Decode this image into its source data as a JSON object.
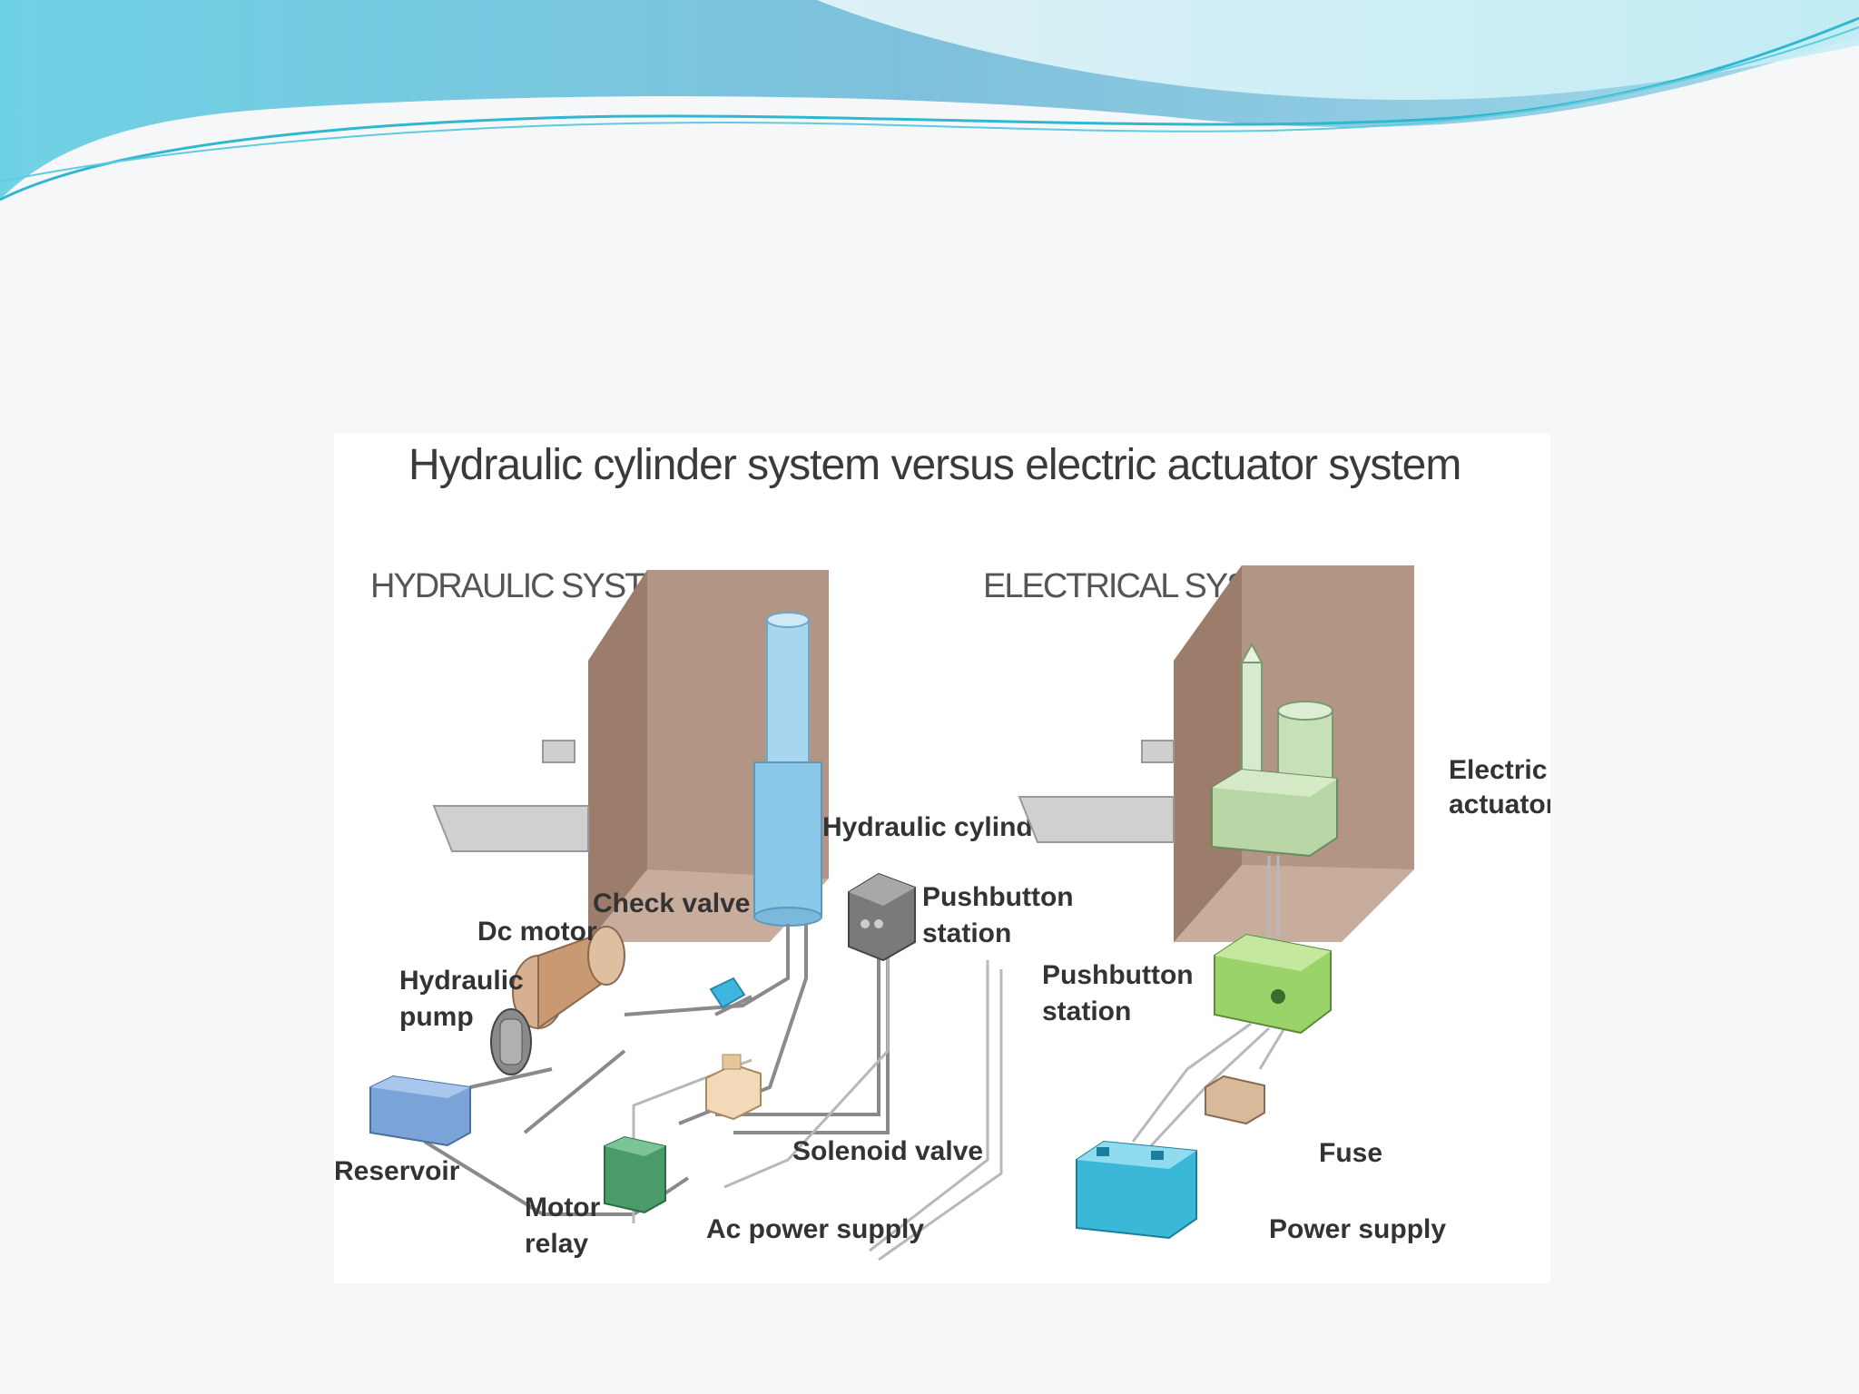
{
  "figure": {
    "title": "Hydraulic cylinder system versus electric actuator system",
    "hydraulic": {
      "heading": "HYDRAULIC SYSTEM",
      "labels": {
        "hydraulic_cylinder": "Hydraulic cylinder",
        "check_valve": "Check valve",
        "pushbutton_station_1": "Pushbutton",
        "pushbutton_station_2": "station",
        "dc_motor": "Dc motor",
        "hydraulic_pump_1": "Hydraulic",
        "hydraulic_pump_2": "pump",
        "reservoir": "Reservoir",
        "solenoid_valve": "Solenoid valve",
        "motor_relay_1": "Motor",
        "motor_relay_2": "relay",
        "ac_power_supply": "Ac power supply"
      }
    },
    "electrical": {
      "heading": "ELECTRICAL SYSTEM",
      "labels": {
        "electric_actuator_1": "Electric",
        "electric_actuator_2": "actuator",
        "pushbutton_station_1": "Pushbutton",
        "pushbutton_station_2": "station",
        "fuse": "Fuse",
        "power_supply": "Power supply"
      }
    }
  },
  "colors": {
    "wave_dark": "#4cc3d9",
    "wave_light": "#a9e3ee",
    "wall": "#b39585",
    "cylinder": "#8cc8e8",
    "actuator": "#c8e0b8",
    "pushbutton_green": "#9ad36a",
    "power_supply": "#3bb8d8",
    "reservoir": "#7aa4d8",
    "relay": "#4a9a6a"
  }
}
